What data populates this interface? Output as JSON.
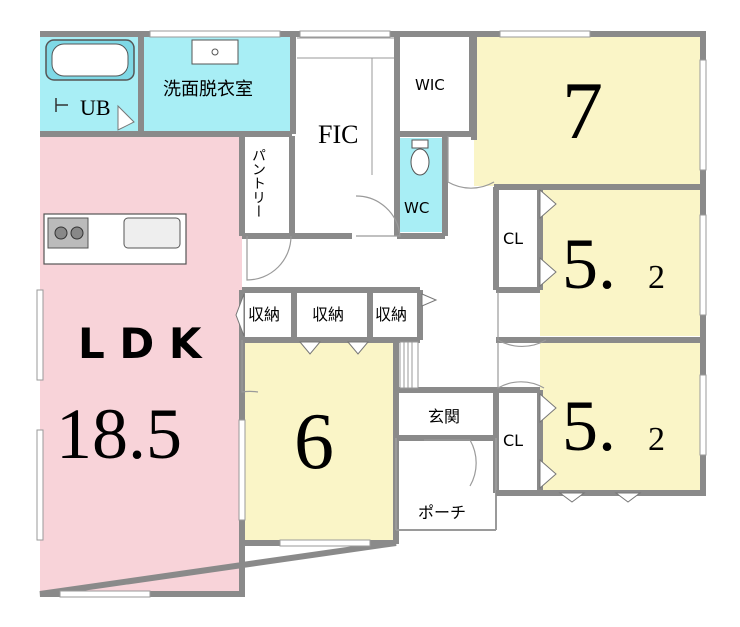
{
  "colors": {
    "ldk": "#f8d3d9",
    "bedroom": "#faf5c7",
    "wet": "#a8eef5",
    "wall": "#8a8a8a",
    "floor": "#ffffff"
  },
  "rooms": {
    "ub": {
      "label": "UB"
    },
    "washroom": {
      "label": "洗面脱衣室"
    },
    "fic": {
      "label": "FIC"
    },
    "wic": {
      "label": "WIC"
    },
    "wc": {
      "label": "WC"
    },
    "pantry": {
      "label": "パントリー"
    },
    "ldk": {
      "label": "L D K",
      "size": "18.5"
    },
    "bedroom_7": {
      "size": "7"
    },
    "bedroom_52a": {
      "size_main": "5.",
      "size_sub": "2"
    },
    "bedroom_52b": {
      "size_main": "5.",
      "size_sub": "2"
    },
    "bedroom_6": {
      "size": "6"
    },
    "cl_a": {
      "label": "CL"
    },
    "cl_b": {
      "label": "CL"
    },
    "storage_1": {
      "label": "収納"
    },
    "storage_2": {
      "label": "収納"
    },
    "storage_3": {
      "label": "収納"
    },
    "entrance": {
      "label": "玄関"
    },
    "porch": {
      "label": "ポーチ"
    }
  }
}
